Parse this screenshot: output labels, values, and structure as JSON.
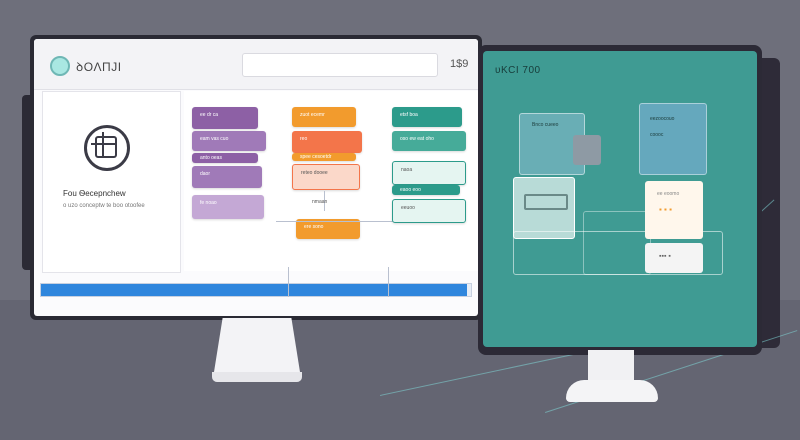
{
  "left_app": {
    "title": "ꝺOΛΠJI",
    "top_code": "1$9",
    "search": {
      "placeholder": ""
    },
    "sidebar": {
      "icon": "globe-icon",
      "title": "Fou Ѳecepnchew",
      "subtitle": "o uzo conceptw te boo otoofee"
    },
    "columns": [
      {
        "color": "#8d60a5",
        "cards": [
          "ee dr ca",
          "eam vas cuo",
          "anto oeas",
          "daor",
          "fe noao"
        ]
      },
      {
        "color": "#f29b2d",
        "cards": [
          "zuot ecemr",
          "reo",
          "spee cesoetdr",
          "reteo dooee",
          "nmaan",
          "ere sono"
        ]
      },
      {
        "color": "#2c9b8b",
        "cards": [
          "etsf boa",
          "oso ew eat oho",
          "naoa",
          "eaoo eoo",
          "eeuoo"
        ]
      }
    ],
    "progress": 0.99,
    "colors": {
      "accent": "#2f86dd",
      "orange": "#f29b2d",
      "purple": "#8d60a5",
      "teal": "#2c9b8b"
    }
  },
  "right_app": {
    "title": "ᴜKCI 700",
    "card_a": "Bnco cueeo",
    "card_b": "eezoocouo",
    "card_b_sub": "coooc",
    "card_c_text": "ee eoomo",
    "card_c_dots": "▪ ▪ ▪",
    "card_d": "▪▪▪ ▪",
    "colors": {
      "screen": "#3f9b93"
    }
  }
}
